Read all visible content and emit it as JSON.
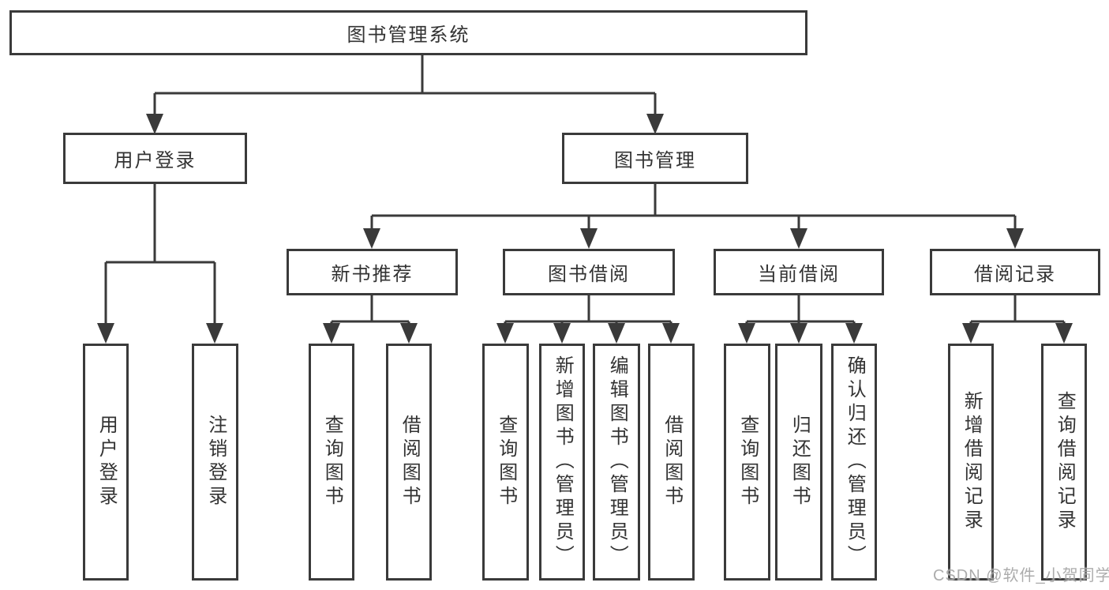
{
  "diagram": {
    "title": "图书管理系统",
    "branches": [
      {
        "label": "用户登录",
        "children": [
          {
            "label": "用户登录"
          },
          {
            "label": "注销登录"
          }
        ]
      },
      {
        "label": "图书管理",
        "children": [
          {
            "label": "新书推荐",
            "children": [
              {
                "label": "查询图书"
              },
              {
                "label": "借阅图书"
              }
            ]
          },
          {
            "label": "图书借阅",
            "children": [
              {
                "label": "查询图书"
              },
              {
                "label": "新增图书（管理员）"
              },
              {
                "label": "编辑图书（管理员）"
              },
              {
                "label": "借阅图书"
              }
            ]
          },
          {
            "label": "当前借阅",
            "children": [
              {
                "label": "查询图书"
              },
              {
                "label": "归还图书"
              },
              {
                "label": "确认归还（管理员）"
              }
            ]
          },
          {
            "label": "借阅记录",
            "children": [
              {
                "label": "新增借阅记录"
              },
              {
                "label": "查询借阅记录"
              }
            ]
          }
        ]
      }
    ]
  },
  "watermark": {
    "text": "CSDN @软件_小贺同学"
  },
  "colors": {
    "line": "#3a3a3a",
    "text": "#333333",
    "background": "#ffffff",
    "watermark": "#9e9e9e"
  }
}
